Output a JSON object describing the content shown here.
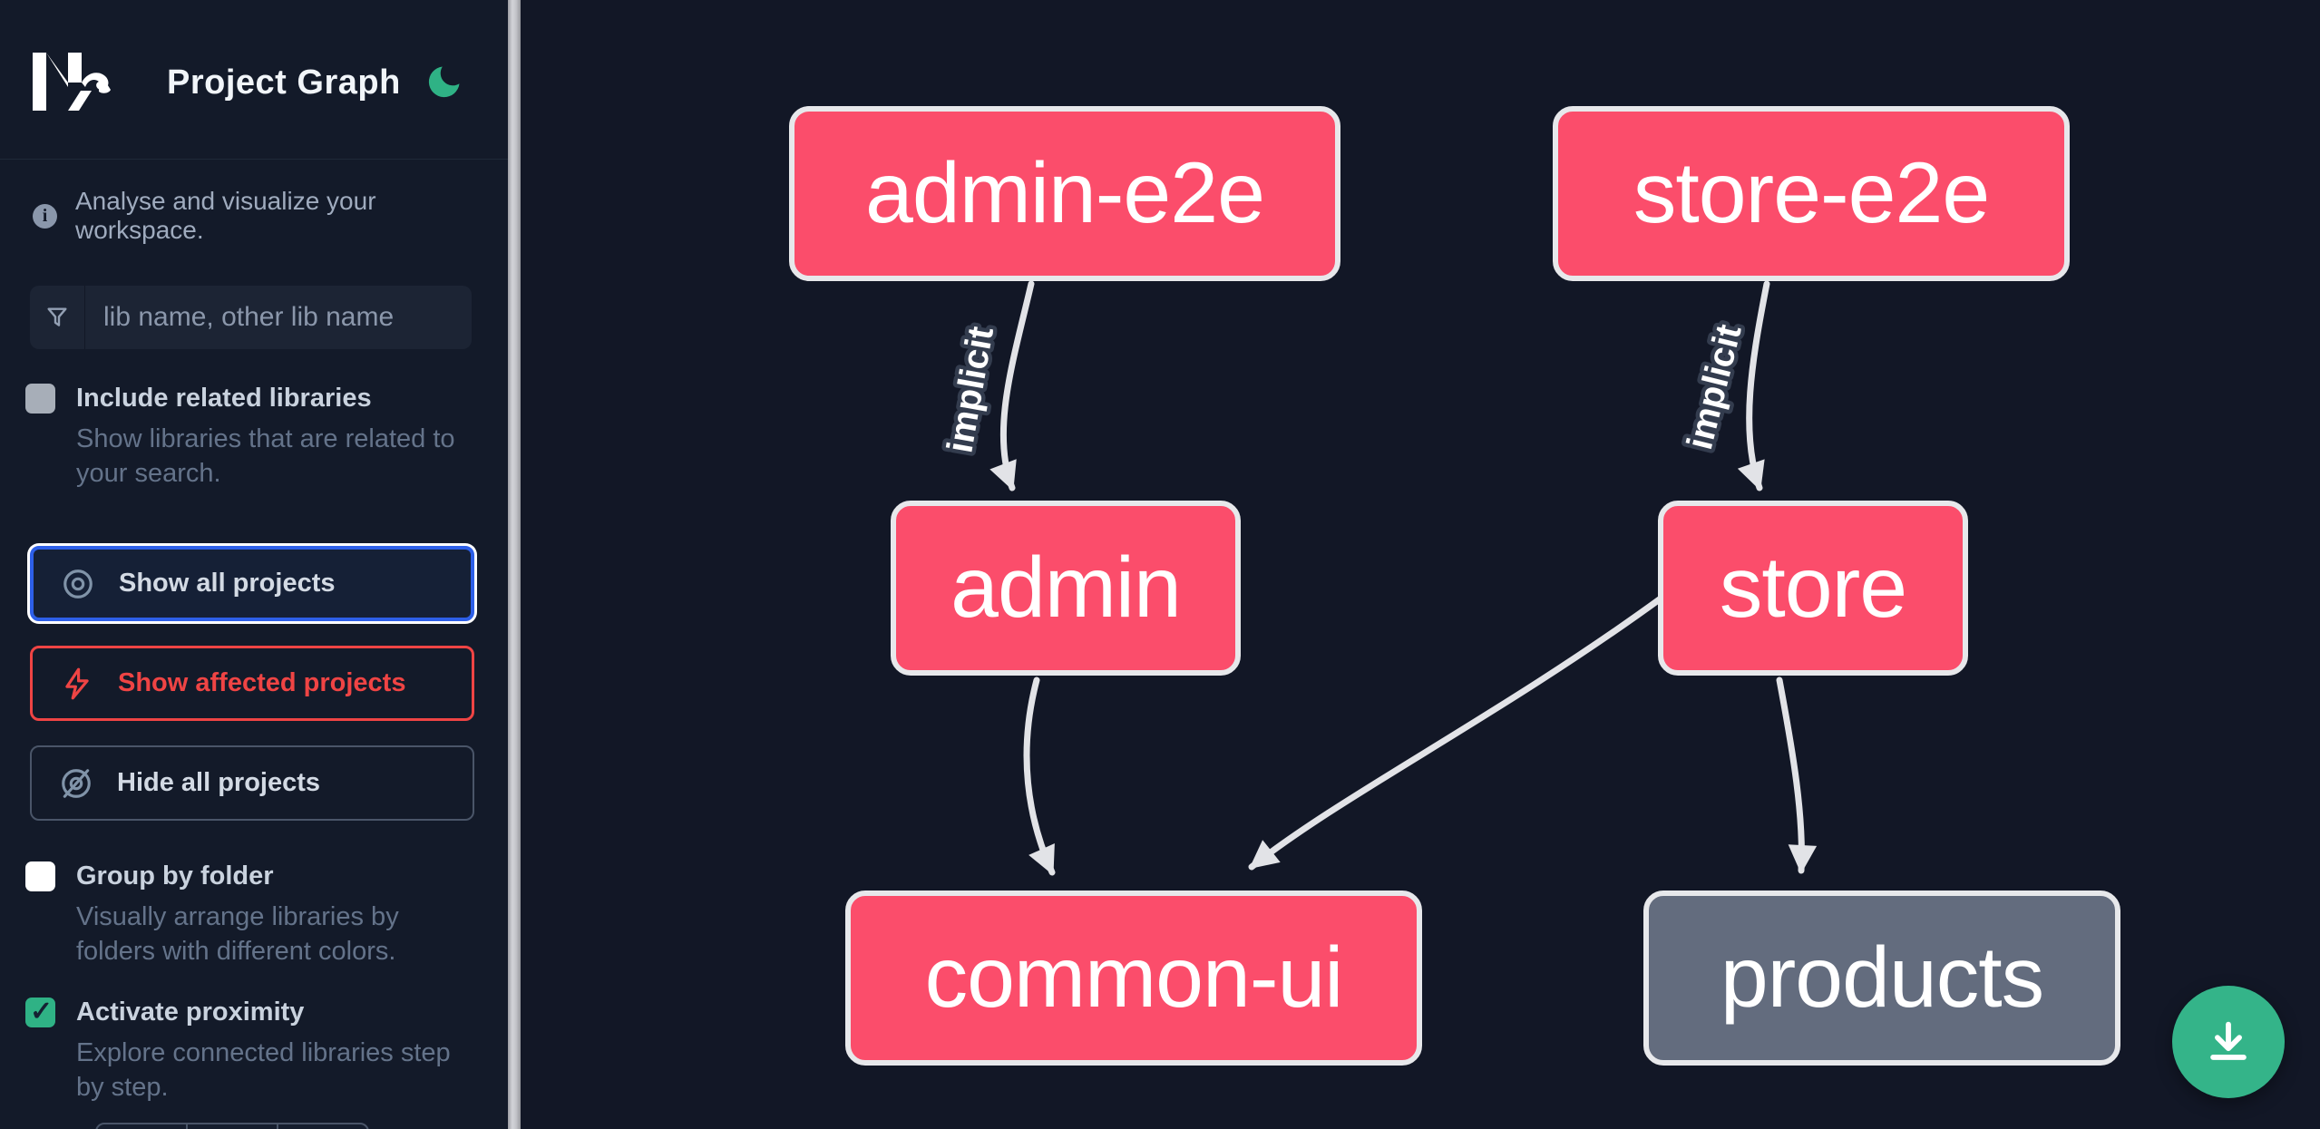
{
  "header": {
    "title": "Project Graph",
    "logo_icon": "nx-logo",
    "theme_toggle_icon": "moon-icon"
  },
  "sidebar": {
    "tagline": "Analyse and visualize your workspace.",
    "tagline_icon": "info-icon",
    "search": {
      "placeholder": "lib name, other lib name",
      "value": "",
      "icon": "filter-funnel-icon"
    },
    "toggles": [
      {
        "label": "Include related libraries",
        "description": "Show libraries that are related to your search.",
        "checked": false
      },
      {
        "label": "Group by folder",
        "description": "Visually arrange libraries by folders with different colors.",
        "checked": false
      },
      {
        "label": "Activate proximity",
        "description": "Explore connected libraries step by step.",
        "checked": true
      }
    ],
    "buttons": [
      {
        "label": "Show all projects",
        "icon": "eye-icon",
        "state": "focused"
      },
      {
        "label": "Show affected projects",
        "icon": "lightning-icon",
        "state": "affected"
      },
      {
        "label": "Hide all projects",
        "icon": "eye-off-icon",
        "state": "default"
      }
    ]
  },
  "graph": {
    "nodes": [
      {
        "label": "admin-e2e",
        "color": "pink"
      },
      {
        "label": "store-e2e",
        "color": "pink"
      },
      {
        "label": "admin",
        "color": "pink"
      },
      {
        "label": "store",
        "color": "pink"
      },
      {
        "label": "common-ui",
        "color": "pink"
      },
      {
        "label": "products",
        "color": "gray"
      }
    ],
    "edges": [
      {
        "from": "admin-e2e",
        "to": "admin",
        "label": "implicit"
      },
      {
        "from": "store-e2e",
        "to": "store",
        "label": "implicit"
      },
      {
        "from": "admin",
        "to": "common-ui",
        "label": ""
      },
      {
        "from": "store",
        "to": "common-ui",
        "label": ""
      },
      {
        "from": "store",
        "to": "products",
        "label": ""
      }
    ]
  },
  "fab": {
    "icon": "download-icon"
  },
  "colors": {
    "sidebar_bg": "#131a29",
    "canvas_bg": "#121726",
    "node_pink": "#fb4d6b",
    "node_gray": "#636c7e",
    "node_border": "#e7e8eb",
    "edge": "#e2e3e7",
    "accent_green": "#2fb285",
    "focus_blue": "#2d5fe8",
    "affected_red": "#ef4444"
  }
}
